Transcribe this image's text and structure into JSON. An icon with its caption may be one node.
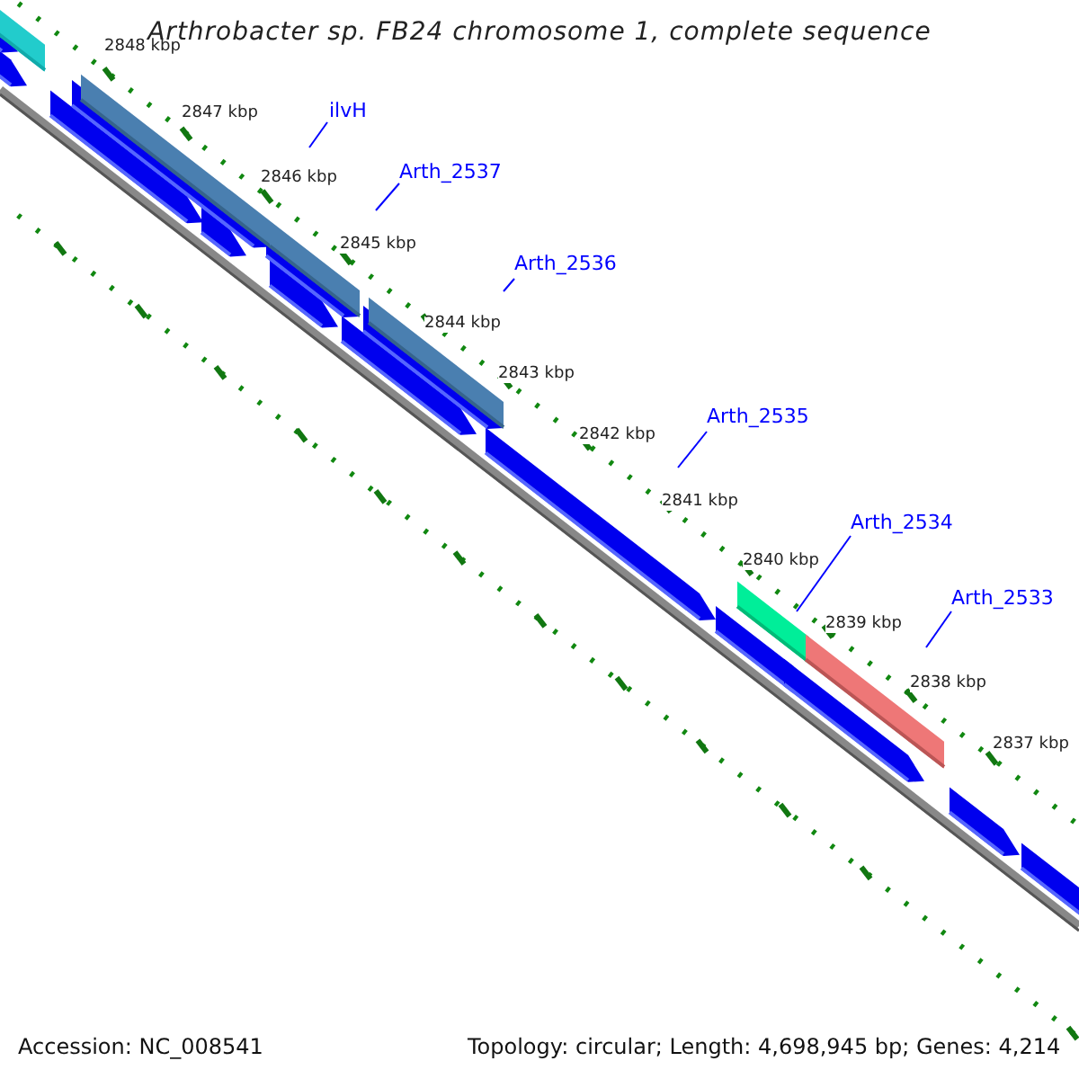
{
  "diagram": {
    "title": "Arthrobacter sp. FB24 chromosome 1, complete sequence",
    "nodes": [
      {
        "text": [
          "ilvH"
        ]
      },
      {
        "text": [
          "Arth_2537"
        ]
      },
      {
        "text": [
          "Arth_2536"
        ]
      },
      {
        "text": [
          "Arth_2535"
        ]
      },
      {
        "text": [
          "Arth_2534"
        ]
      },
      {
        "text": [
          "Arth_2533"
        ]
      }
    ],
    "edges": [
      {
        "from": 0,
        "to": null,
        "arrow": "none"
      },
      {
        "from": 1,
        "to": null,
        "arrow": "none"
      },
      {
        "from": 2,
        "to": null,
        "arrow": "none"
      },
      {
        "from": 3,
        "to": null,
        "arrow": "none"
      },
      {
        "from": 4,
        "to": null,
        "arrow": "none"
      },
      {
        "from": 5,
        "to": null,
        "arrow": "none"
      }
    ],
    "labels": [
      "2848 kbp",
      "2847 kbp",
      "2846 kbp",
      "2845 kbp",
      "2844 kbp",
      "2843 kbp",
      "2842 kbp",
      "2841 kbp",
      "2840 kbp",
      "2839 kbp",
      "2838 kbp",
      "2837 kbp",
      "Accession: NC_008541",
      "Topology: circular; Length: 4,698,945 bp; Genes: 4,214"
    ]
  }
}
